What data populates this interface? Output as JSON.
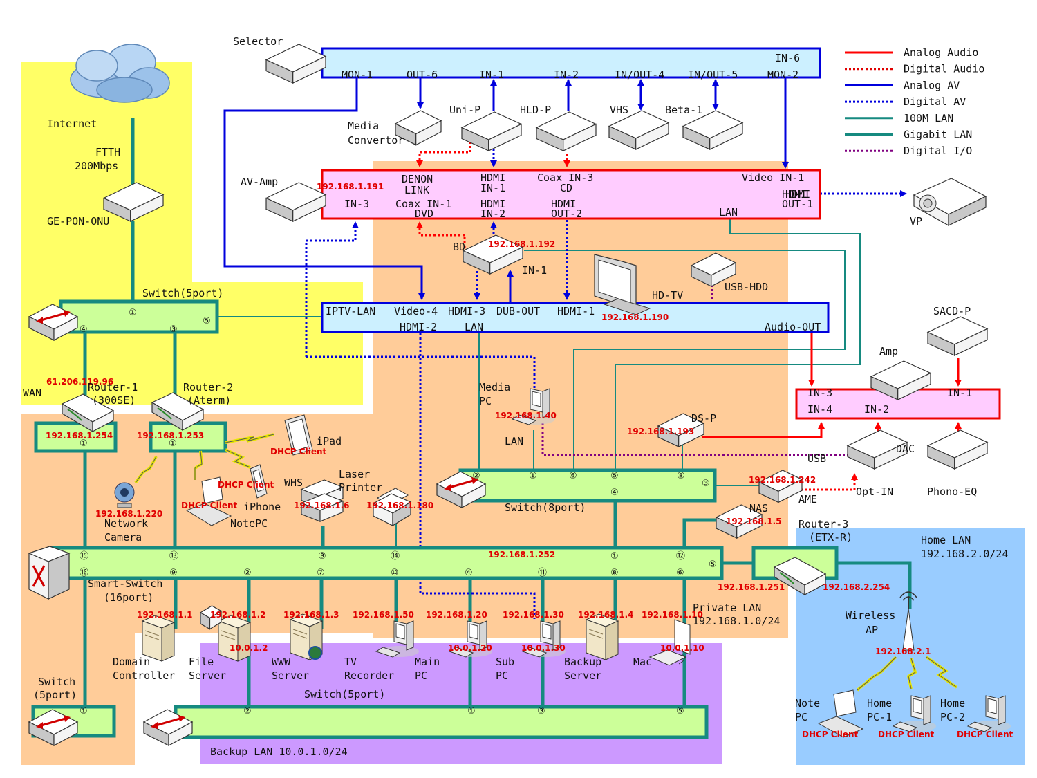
{
  "colors": {
    "analog_audio": "#ff0000",
    "digital_audio": "#e00000",
    "analog_av": "#0000dd",
    "digital_av": "#0000dd",
    "lan100": "#168a80",
    "gigabit": "#168a80",
    "digital_io": "#800080",
    "ip": "#e00000",
    "bar_green": "#ccff99",
    "bar_blue": "#ccf0ff",
    "bar_pink": "#ffccff"
  },
  "legend": [
    {
      "label": "Analog Audio",
      "color": "#ff0000",
      "style": "solid",
      "weight": "thin"
    },
    {
      "label": "Digital Audio",
      "color": "#e00000",
      "style": "dotted",
      "weight": "thin"
    },
    {
      "label": "Analog AV",
      "color": "#0000dd",
      "style": "solid",
      "weight": "thin"
    },
    {
      "label": "Digital AV",
      "color": "#0000dd",
      "style": "dotted",
      "weight": "thin"
    },
    {
      "label": "100M LAN",
      "color": "#168a80",
      "style": "solid",
      "weight": "thin"
    },
    {
      "label": "Gigabit LAN",
      "color": "#168a80",
      "style": "solid",
      "weight": "thick"
    },
    {
      "label": "Digital I/O",
      "color": "#800080",
      "style": "dotted",
      "weight": "thin"
    }
  ],
  "internet": {
    "label": "Internet",
    "link": "FTTH",
    "speed": "200Mbps",
    "onu": "GE-PON-ONU"
  },
  "switch5_top": {
    "name": "Switch(5port)",
    "ports": [
      "①",
      "④",
      "③",
      "⑤"
    ]
  },
  "router1": {
    "name": "Router-1",
    "model": "(300SE)",
    "wan_label": "WAN",
    "wan_ip": "61.206.119.96",
    "lan_ip": "192.168.1.254",
    "port": "①"
  },
  "router2": {
    "name": "Router-2",
    "model": "(Aterm)",
    "lan_ip": "192.168.1.253",
    "port": "①"
  },
  "router3": {
    "name": "Router-3",
    "model": "(ETX-R)",
    "ip_left": "192.168.1.251",
    "ip_right": "192.168.2.254"
  },
  "selector": {
    "name": "Selector",
    "ports": [
      "MON-1",
      "OUT-6",
      "IN-1",
      "IN-2",
      "IN/OUT-4",
      "IN/OUT-5",
      "IN-6",
      "MON-2"
    ]
  },
  "sources": [
    {
      "name": "Media",
      "name2": "Convertor"
    },
    {
      "name": "Uni-P"
    },
    {
      "name": "HLD-P"
    },
    {
      "name": "VHS"
    },
    {
      "name": "Beta-1"
    }
  ],
  "avamp": {
    "name": "AV-Amp",
    "ip": "192.168.1.191",
    "ports": [
      "DENON",
      "LINK",
      "HDMI",
      "IN-1",
      "Coax IN-3",
      "CD",
      "Video IN-1",
      "HDMI",
      "IN-3",
      "Coax IN-1",
      "DVD",
      "HDMI",
      "IN-2",
      "HDMI",
      "OUT-2",
      "HDMI",
      "OUT-1",
      "LAN"
    ]
  },
  "vp": {
    "name": "VP"
  },
  "bd": {
    "name": "BD",
    "ip": "192.168.1.192",
    "port": "IN-1"
  },
  "hdtv": {
    "name": "HD-TV",
    "ip": "192.168.1.190",
    "hdd": "USB-HDD",
    "ports": [
      "IPTV-LAN",
      "Video-4",
      "HDMI-3",
      "DUB-OUT",
      "HDMI-1",
      "HDMI-2",
      "LAN",
      "Audio-OUT"
    ]
  },
  "amp": {
    "name": "Amp",
    "sacd": "SACD-P",
    "ports": [
      "IN-3",
      "IN-1",
      "IN-4",
      "IN-2"
    ]
  },
  "dac": {
    "name": "DAC",
    "usb": "USB",
    "optin": "Opt-IN",
    "phono": "Phono-EQ"
  },
  "dsp": {
    "name": "DS-P",
    "ip": "192.168.1.193"
  },
  "ame": {
    "name": "AME",
    "ip": "192.168.1.242"
  },
  "nas": {
    "name": "NAS",
    "ip": "192.168.1.5"
  },
  "mediapc": {
    "name": "Media",
    "name2": "PC",
    "ip": "192.168.1.40",
    "lan": "LAN"
  },
  "switch8": {
    "name": "Switch(8port)",
    "ports": [
      "②",
      "①",
      "⑥",
      "⑤",
      "⑧",
      "③",
      "④"
    ]
  },
  "wireless": {
    "ipad": "iPad",
    "iphone": "iPhone",
    "notepc": "NotePC",
    "dhcp": "DHCP Client",
    "camera": "Network",
    "camera2": "Camera",
    "camera_ip": "192.168.1.220"
  },
  "whs": {
    "name": "WHS",
    "ip": "192.168.1.6"
  },
  "printer": {
    "name": "Laser",
    "name2": "Printer",
    "ip": "192.168.1.180"
  },
  "smartswitch": {
    "name": "Smart-Switch",
    "name2": "(16port)",
    "ip": "192.168.1.252",
    "top_ports": [
      "⑮",
      "⑬",
      "③",
      "⑭",
      "①",
      "⑫",
      "⑤"
    ],
    "bottom_ports": [
      "⑯",
      "⑨",
      "②",
      "⑦",
      "⑩",
      "④",
      "⑪",
      "⑧",
      "⑥"
    ]
  },
  "servers": [
    {
      "name": "Domain",
      "name2": "Controller",
      "ip": "192.168.1.1",
      "ip2": ""
    },
    {
      "name": "File",
      "name2": "Server",
      "ip": "192.168.1.2",
      "ip2": "10.0.1.2"
    },
    {
      "name": "WWW",
      "name2": "Server",
      "ip": "192.168.1.3",
      "ip2": ""
    },
    {
      "name": "TV",
      "name2": "Recorder",
      "ip": "192.168.1.50",
      "ip2": ""
    },
    {
      "name": "Main",
      "name2": "PC",
      "ip": "192.168.1.20",
      "ip2": "10.0.1.20"
    },
    {
      "name": "Sub",
      "name2": "PC",
      "ip": "192.168.1.30",
      "ip2": "10.0.1.30"
    },
    {
      "name": "Backup",
      "name2": "Server",
      "ip": "192.168.1.4",
      "ip2": ""
    },
    {
      "name": "Mac",
      "name2": "",
      "ip": "192.168.1.10",
      "ip2": "10.0.1.10"
    }
  ],
  "private_lan": {
    "label": "Private LAN",
    "subnet": "192.168.1.0/24"
  },
  "backup_lan": {
    "label": "Backup LAN 10.0.1.0/24",
    "switch": "Switch(5port)",
    "ports": [
      "②",
      "①",
      "③",
      "⑤"
    ]
  },
  "switch5_bl": {
    "name": "Switch",
    "name2": "(5port)",
    "port": "①"
  },
  "home_lan": {
    "label": "Home LAN",
    "subnet": "192.168.2.0/24",
    "ap": "Wireless",
    "ap2": "AP",
    "ap_ip": "192.168.2.1",
    "clients": [
      {
        "name": "Note",
        "name2": "PC"
      },
      {
        "name": "Home",
        "name2": "PC-1"
      },
      {
        "name": "Home",
        "name2": "PC-2"
      }
    ],
    "dhcp": "DHCP Client"
  }
}
